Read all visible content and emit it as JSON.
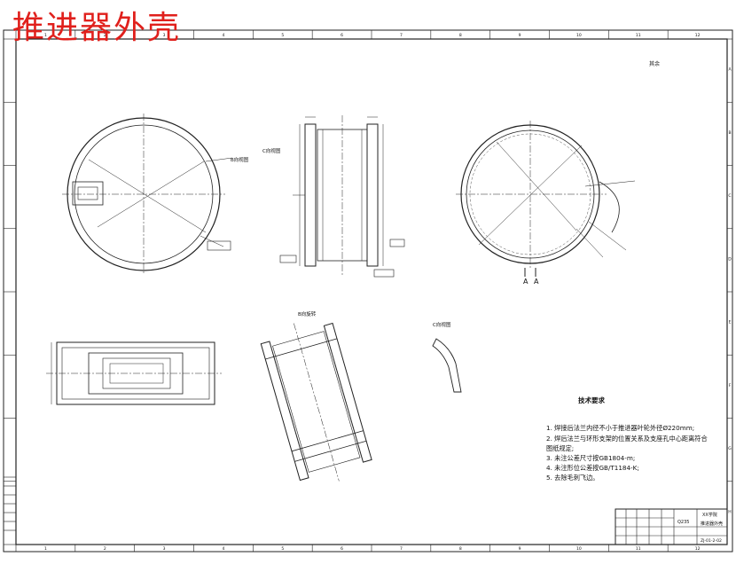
{
  "drawing_title": "推进器外壳",
  "top_right_note": "其余",
  "views": {
    "detail_b": "B向视图",
    "detail_c": "C向视图",
    "b_rotated": "B向旋转",
    "c_rotated": "C向视图",
    "section_marks": [
      "A",
      "A"
    ]
  },
  "tech_requirements": {
    "heading": "技术要求",
    "items": [
      "1. 焊接后法兰内径不小于推进器叶轮外径Ø220mm;",
      "2. 焊后法兰与环形支架的位置关系及支座孔中心距离符合",
      "   图纸规定;",
      "3. 未注公差尺寸按GB1804-m;",
      "4. 未注形位公差按GB/T1184-K;",
      "5. 去除毛刺飞边。"
    ]
  },
  "title_block": {
    "material": "Q235",
    "part_name": "推进器外壳",
    "org": "XX学院",
    "drawing_no": "ZJ-01-2-02"
  },
  "border_columns": [
    "1",
    "2",
    "3",
    "4",
    "5",
    "6",
    "7",
    "8",
    "9",
    "10",
    "11",
    "12"
  ],
  "border_rows": [
    "A",
    "B",
    "C",
    "D",
    "E",
    "F",
    "G",
    "H"
  ]
}
